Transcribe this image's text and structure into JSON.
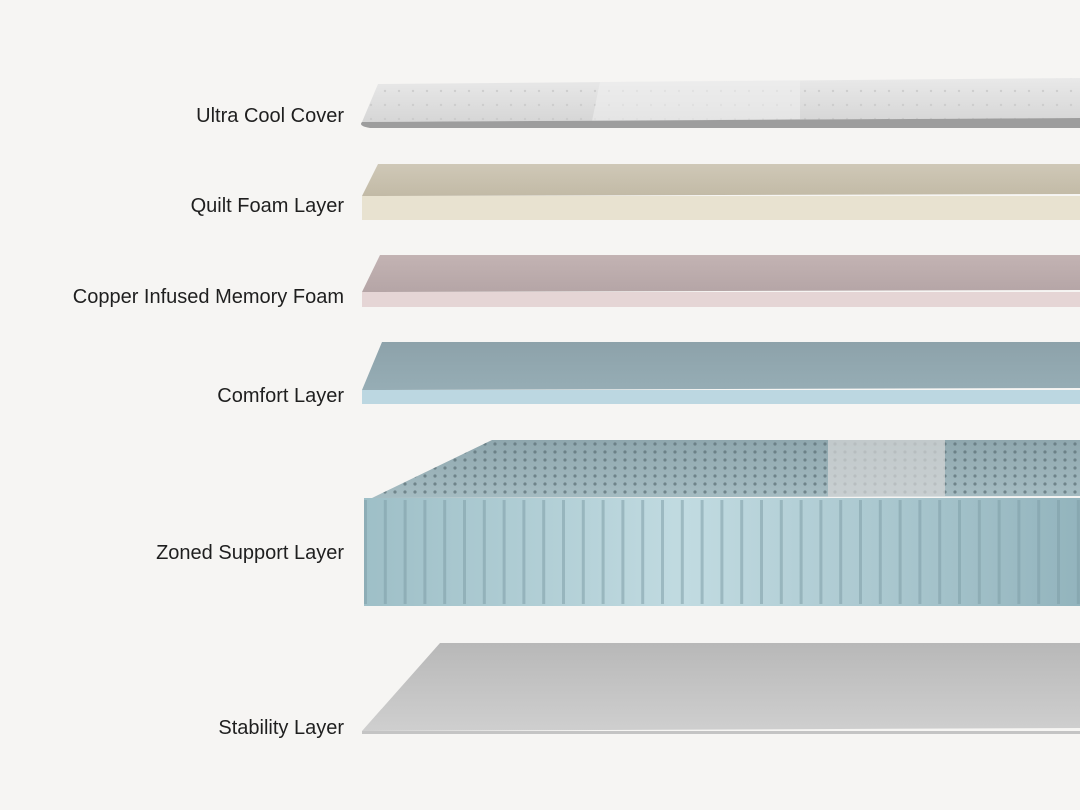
{
  "layers": [
    {
      "label": "Ultra Cool Cover",
      "color": "#dcdcdc"
    },
    {
      "label": "Quilt Foam Layer",
      "color": "#e6e0cf"
    },
    {
      "label": "Copper Infused Memory Foam",
      "color": "#dfd0d0"
    },
    {
      "label": "Comfort Layer",
      "color": "#b7d1dc"
    },
    {
      "label": "Zoned Support Layer",
      "color": "#a9c8d0"
    },
    {
      "label": "Stability Layer",
      "color": "#d2d2d2"
    }
  ]
}
